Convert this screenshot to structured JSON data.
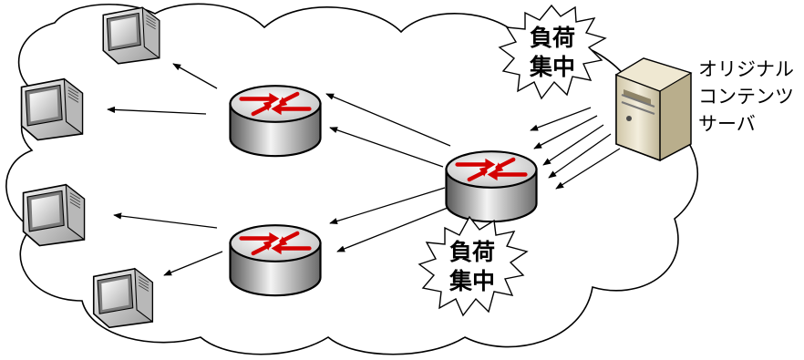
{
  "diagram": {
    "origin_server_label": [
      "オリジナル",
      "コンテンツ",
      "サーバ"
    ],
    "load_label_upper": [
      "負荷",
      "集中"
    ],
    "load_label_lower": [
      "負荷",
      "集中"
    ],
    "colors": {
      "arrow_red": "#e00000",
      "router_dark": "#6b6b6b",
      "router_light": "#f0f0f0",
      "outline": "#000000",
      "monitor_body": "#d8d8d8",
      "server_beige": "#e6ddc0"
    },
    "icons": [
      "cloud-shape",
      "router-icon",
      "monitor-icon",
      "server-icon",
      "load-burst"
    ]
  }
}
